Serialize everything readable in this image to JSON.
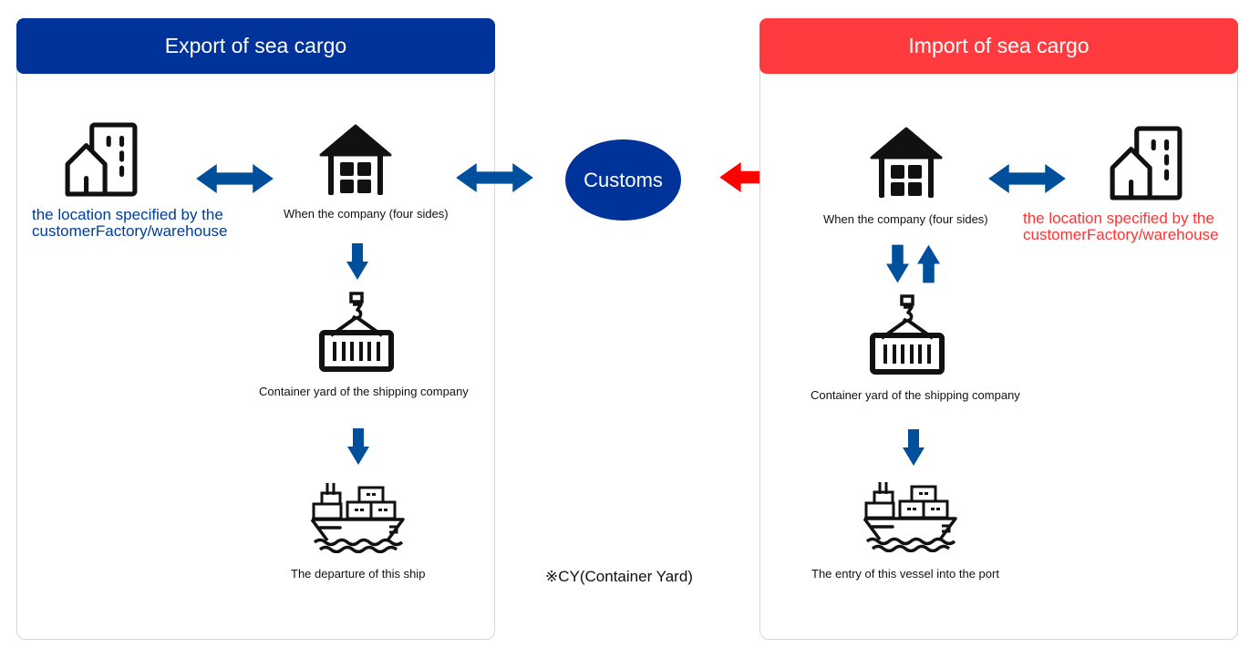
{
  "colors": {
    "export_header": "#003399",
    "import_header": "#ff3b3f",
    "flow_arrow_blue": "#004f9c",
    "customs_arrow_red": "#ff0000",
    "customs_bubble": "#003399",
    "export_location_text": "#003d99",
    "import_location_text": "#ff3333"
  },
  "export": {
    "title": "Export of sea cargo",
    "location_label_line1": "the location specified by the",
    "location_label_line2": "customerFactory/warehouse",
    "warehouse_caption": "When the company (four sides)",
    "container_yard_caption": "Container yard of the shipping company",
    "ship_caption": "The departure of this ship"
  },
  "customs": {
    "label": "Customs"
  },
  "import": {
    "title": "Import of sea cargo",
    "location_label_line1": "the location specified by the",
    "location_label_line2": "customerFactory/warehouse",
    "warehouse_caption": "When the company (four sides)",
    "container_yard_caption": "Container yard of the shipping company",
    "ship_caption": "The entry of this vessel into the port"
  },
  "footnote": "※CY(Container Yard)"
}
